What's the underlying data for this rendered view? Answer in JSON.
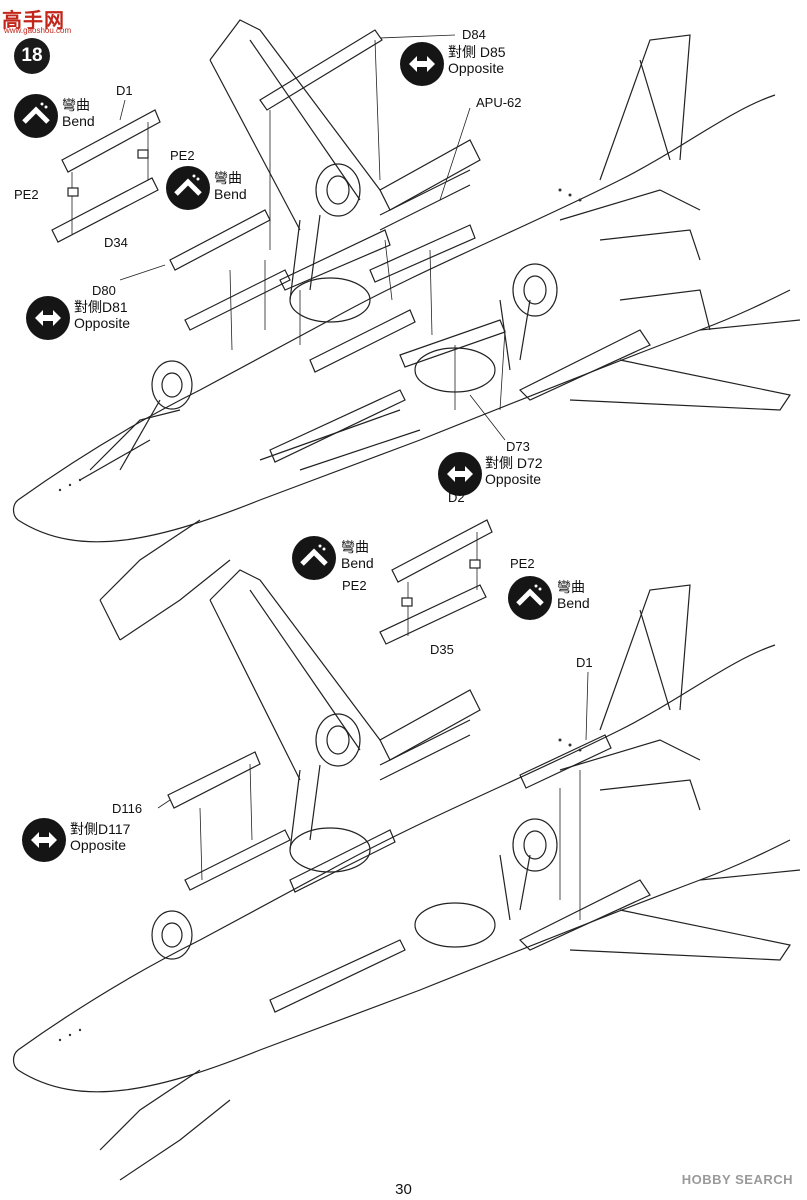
{
  "site_logo": {
    "text": "高手网",
    "subtext": "www.gaoshou.com"
  },
  "step_number": "18",
  "page_number": "30",
  "watermark": "HOBBY SEARCH",
  "symbols": {
    "bend_cn": "彎曲",
    "bend_en": "Bend",
    "opposite_cn": "對側",
    "opposite_en": "Opposite"
  },
  "parts": {
    "d84": "D84",
    "d85": "D85",
    "apu": "APU-62",
    "d1": "D1",
    "pe2": "PE2",
    "d34": "D34",
    "d80": "D80",
    "d81": "D81",
    "d73": "D73",
    "d72": "D72",
    "d2": "D2",
    "d35": "D35",
    "d116": "D116",
    "d117": "D117"
  },
  "icons": [
    "opposite-icon",
    "bend-icon"
  ]
}
